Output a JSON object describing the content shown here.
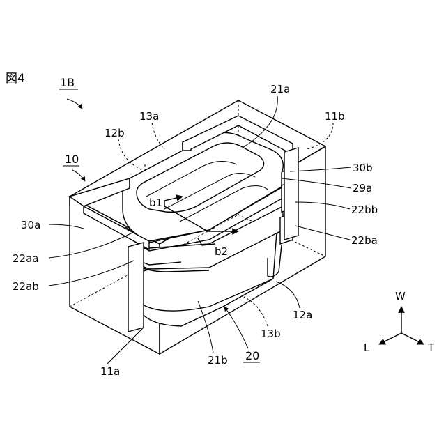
{
  "figure_label": "図4",
  "assembly_ref": "1B",
  "body_ref": "10",
  "coil_ref": "20",
  "labels": {
    "l21a": "21a",
    "l13a": "13a",
    "l11b": "11b",
    "l12b": "12b",
    "l30b": "30b",
    "l29a": "29a",
    "l22bb": "22bb",
    "l22ba": "22ba",
    "l30a": "30a",
    "l22aa": "22aa",
    "l22ab": "22ab",
    "lb1": "b1",
    "lb2": "b2",
    "l12a": "12a",
    "l13b": "13b",
    "l11a": "11a",
    "l21b": "21b"
  },
  "axes": {
    "w": "W",
    "l": "L",
    "t": "T"
  }
}
